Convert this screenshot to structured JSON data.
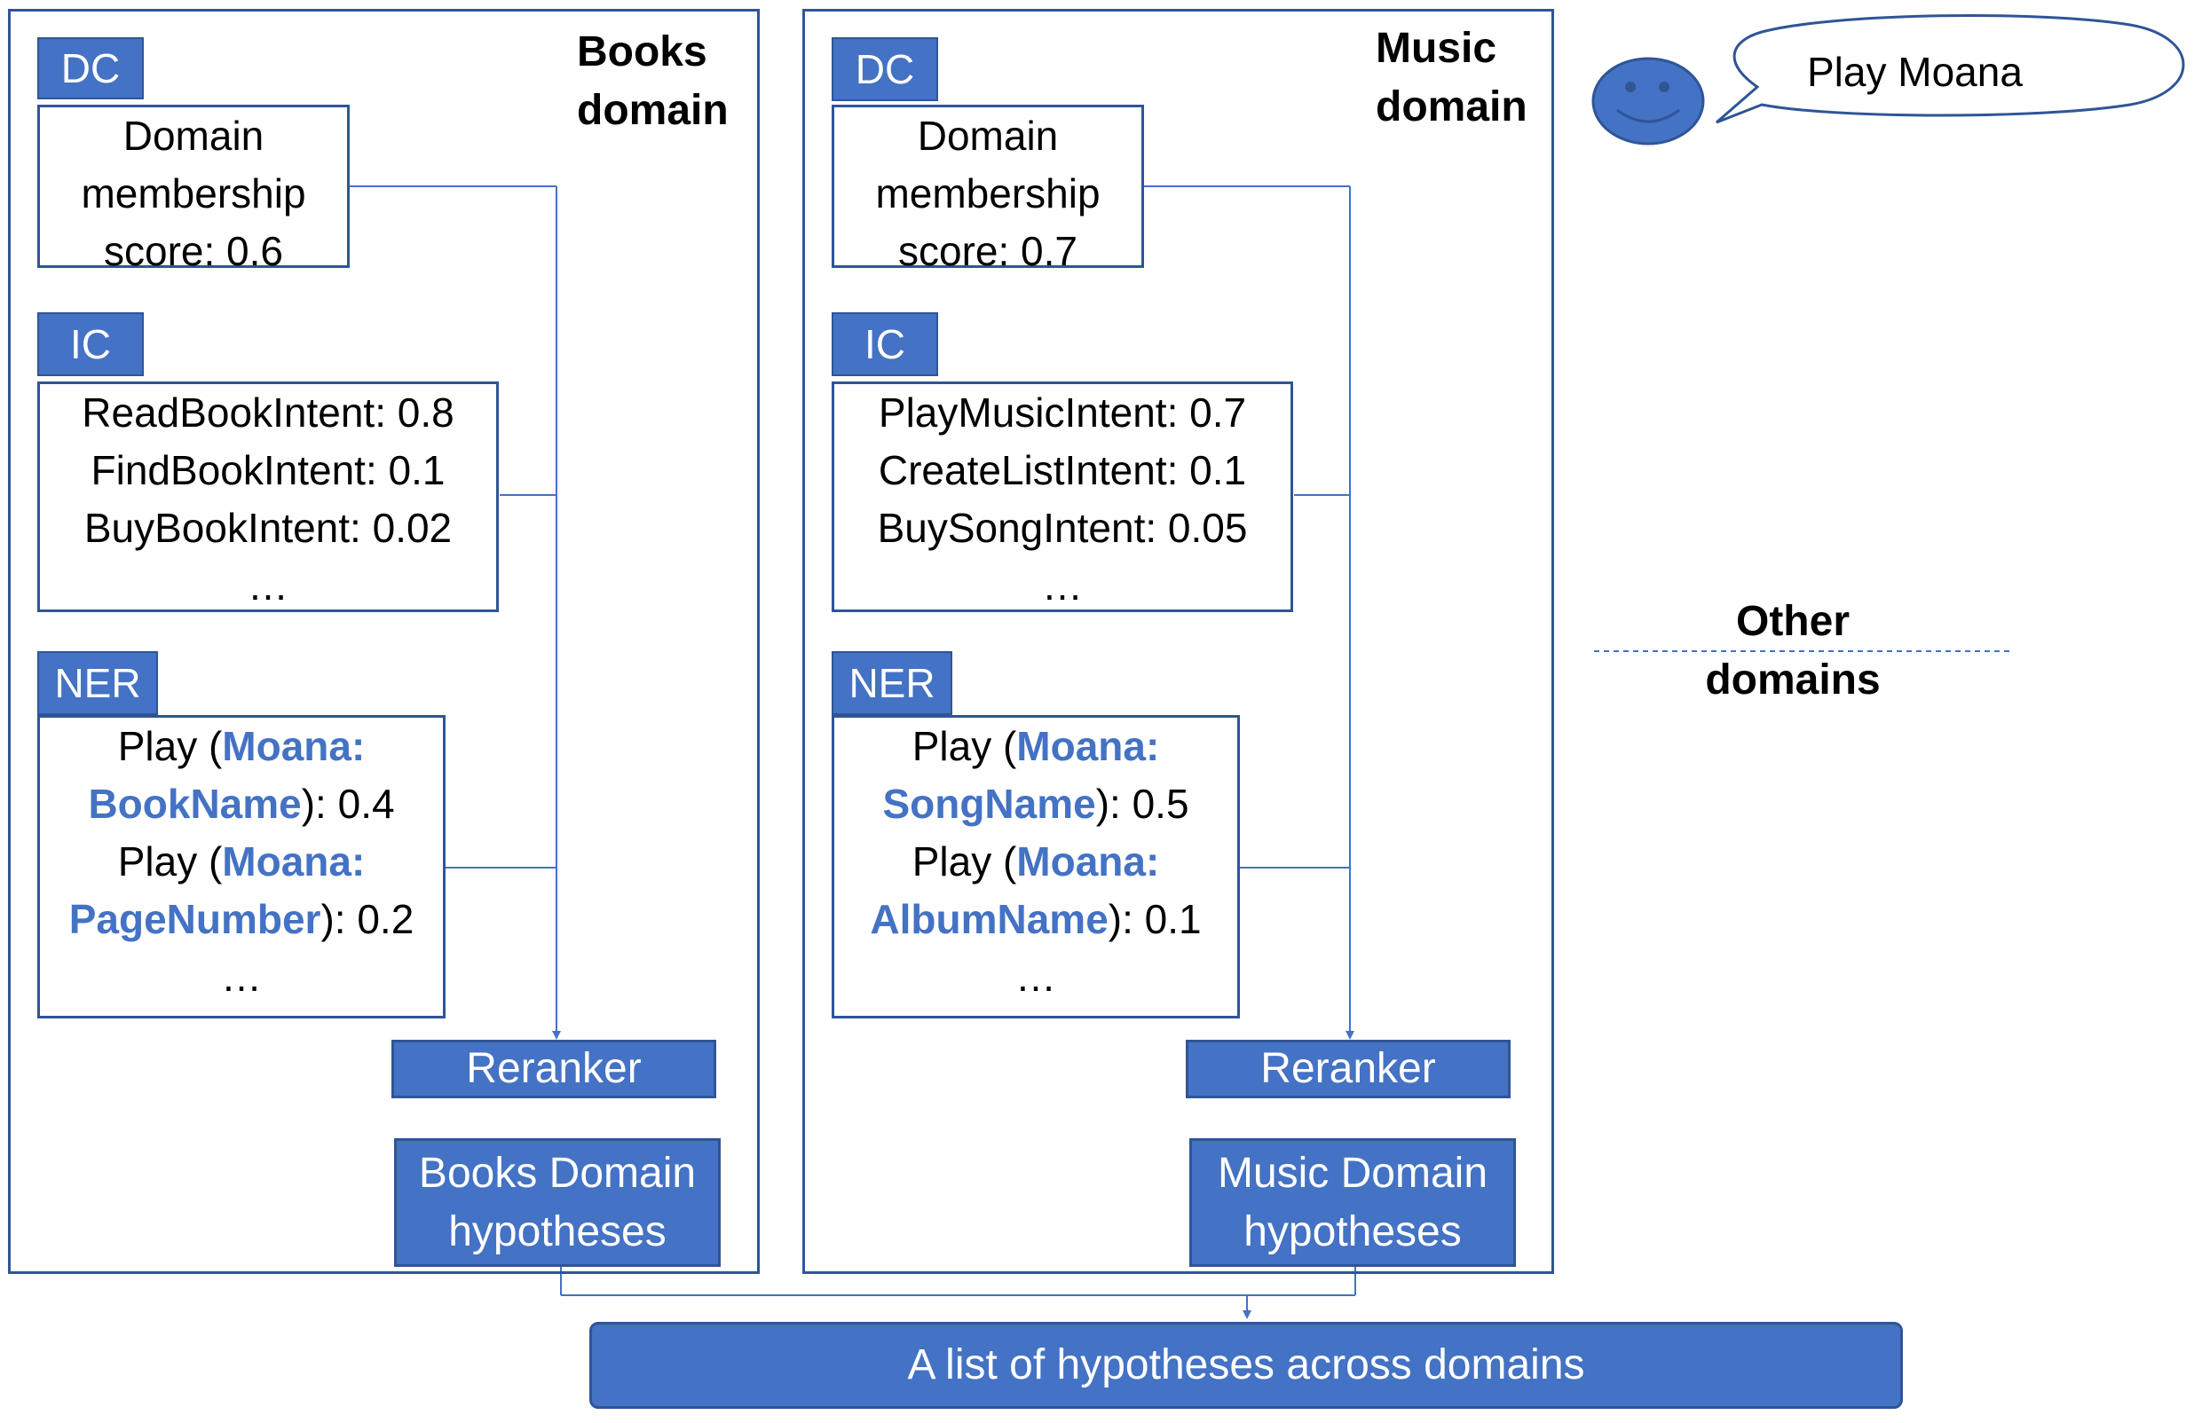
{
  "user_utterance": "Play Moana",
  "domains": [
    {
      "title_line1": "Books",
      "title_line2": "domain",
      "dc": {
        "tag": "DC",
        "lines": [
          "Domain",
          "membership",
          "score: 0.6"
        ]
      },
      "ic": {
        "tag": "IC",
        "lines": [
          "ReadBookIntent: 0.8",
          "FindBookIntent: 0.1",
          "BuyBookIntent: 0.02",
          "…"
        ]
      },
      "ner": {
        "tag": "NER",
        "h1_pre": "Play (",
        "h1_slot_a": "Moana:",
        "h1_slot_b": "BookName",
        "h1_score": "): 0.4",
        "h2_pre": "Play (",
        "h2_slot_a": "Moana:",
        "h2_slot_b": "PageNumber",
        "h2_score": "): 0.2",
        "ellipsis": "…"
      },
      "reranker": "Reranker",
      "hypotheses_line1": "Books Domain",
      "hypotheses_line2": "hypotheses"
    },
    {
      "title_line1": "Music",
      "title_line2": "domain",
      "dc": {
        "tag": "DC",
        "lines": [
          "Domain",
          "membership",
          "score: 0.7"
        ]
      },
      "ic": {
        "tag": "IC",
        "lines": [
          "PlayMusicIntent: 0.7",
          "CreateListIntent: 0.1",
          "BuySongIntent: 0.05",
          "…"
        ]
      },
      "ner": {
        "tag": "NER",
        "h1_pre": "Play (",
        "h1_slot_a": "Moana:",
        "h1_slot_b": "SongName",
        "h1_score": "): 0.5",
        "h2_pre": "Play (",
        "h2_slot_a": "Moana:",
        "h2_slot_b": "AlbumName",
        "h2_score": "): 0.1",
        "ellipsis": "…"
      },
      "reranker": "Reranker",
      "hypotheses_line1": "Music Domain",
      "hypotheses_line2": "hypotheses"
    }
  ],
  "other_domains_line1": "Other",
  "other_domains_line2": "domains",
  "final_output": "A list of hypotheses across domains",
  "colors": {
    "accent": "#4472c4",
    "border": "#2f5597"
  }
}
